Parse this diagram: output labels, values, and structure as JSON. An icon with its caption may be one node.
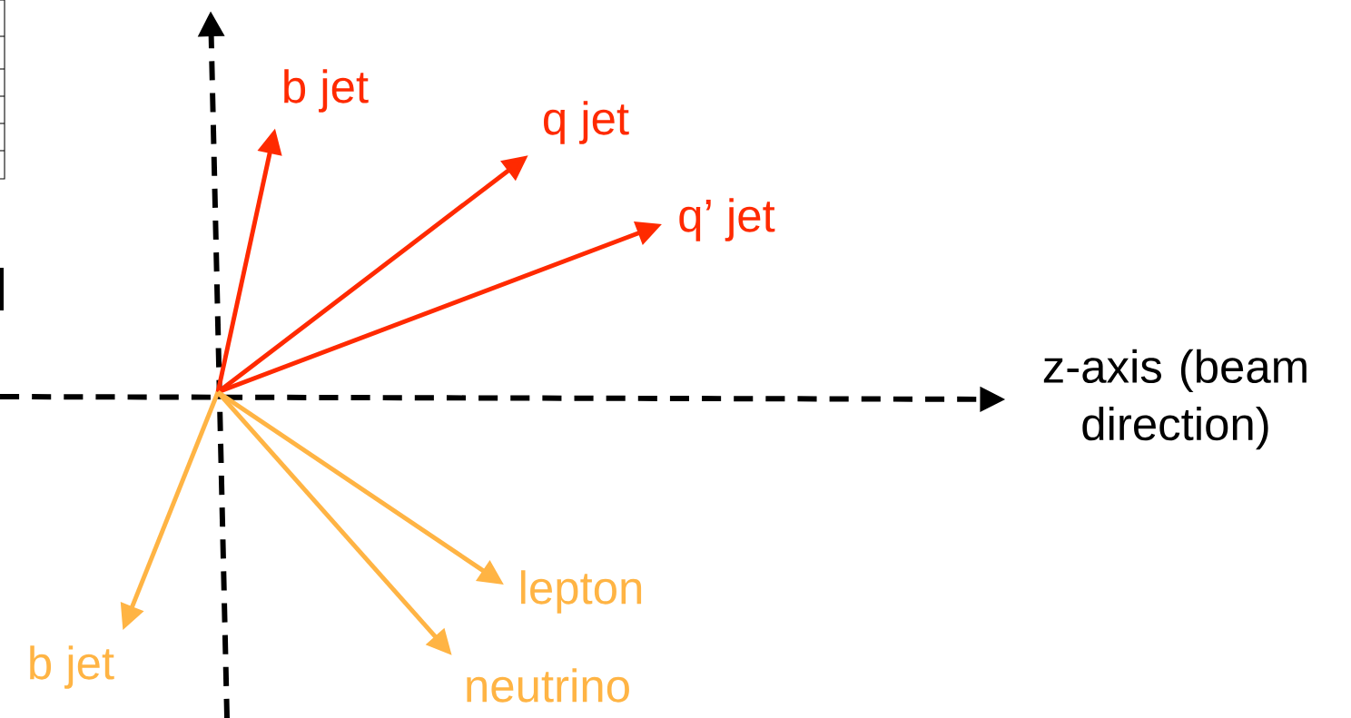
{
  "diagram": {
    "nodes": [
      {
        "text": [
          "b jet"
        ]
      },
      {
        "text": [
          "q jet"
        ]
      },
      {
        "text": [
          "q’ jet"
        ]
      },
      {
        "text": [
          "z-axis (beam direction)"
        ]
      },
      {
        "text": [
          "lepton"
        ]
      },
      {
        "text": [
          "b jet"
        ]
      },
      {
        "text": [
          "neutrino"
        ]
      }
    ],
    "edges": [
      {
        "from": null,
        "to": 0,
        "arrow": "to",
        "color": "#ff2a00"
      },
      {
        "from": null,
        "to": 1,
        "arrow": "to",
        "color": "#ff2a00"
      },
      {
        "from": null,
        "to": 2,
        "arrow": "to",
        "color": "#ff2a00"
      },
      {
        "from": null,
        "to": 3,
        "arrow": "to",
        "style": "dashed",
        "color": "#000000"
      },
      {
        "from": null,
        "to": 4,
        "arrow": "to",
        "color": "#ffb444"
      },
      {
        "from": null,
        "to": 5,
        "arrow": "to",
        "color": "#ffb444"
      },
      {
        "from": null,
        "to": 6,
        "arrow": "to",
        "color": "#ffb444"
      }
    ]
  }
}
